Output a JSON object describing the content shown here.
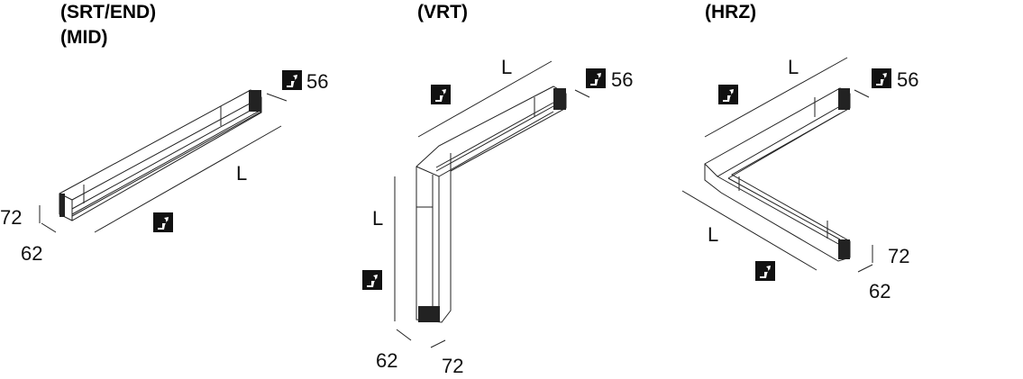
{
  "views": {
    "srt_end_mid": {
      "title_line1": "(SRT/END)",
      "title_line2": "(MID)",
      "length": "L",
      "height": "72",
      "width": "62",
      "top_dim": "56"
    },
    "vrt": {
      "title": "(VRT)",
      "length_top": "L",
      "length_side": "L",
      "depth": "62",
      "height": "72",
      "top_dim": "56"
    },
    "hrz": {
      "title": "(HRZ)",
      "length_top": "L",
      "length_bottom": "L",
      "height": "72",
      "depth": "62",
      "top_dim": "56"
    }
  },
  "icons": [
    "light-emission-icon"
  ],
  "colors": {
    "line": "#222222",
    "background": "#ffffff"
  }
}
